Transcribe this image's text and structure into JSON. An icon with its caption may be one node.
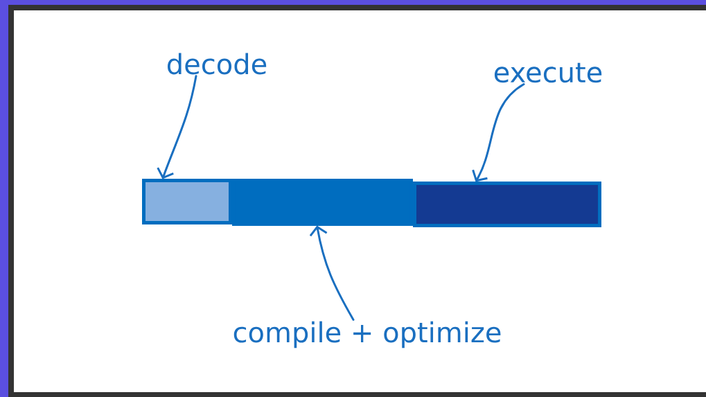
{
  "diagram": {
    "nodes": [
      {
        "text": [
          "decode"
        ]
      },
      {
        "text": [
          "execute"
        ]
      },
      {
        "text": [],
        "shape": "bar"
      },
      {
        "text": [],
        "shape": "bar"
      },
      {
        "text": [],
        "shape": "bar"
      },
      {
        "text": [
          "compile + optimize"
        ]
      }
    ],
    "edges": [
      {
        "from": 0,
        "to": 2,
        "arrow": "to"
      },
      {
        "from": 1,
        "to": 4,
        "arrow": "to"
      },
      {
        "from": 5,
        "to": 3,
        "arrow": "to"
      }
    ]
  }
}
